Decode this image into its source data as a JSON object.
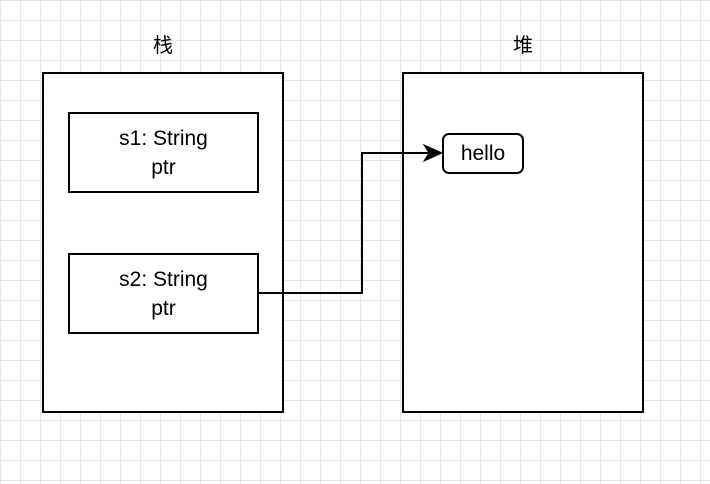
{
  "stack": {
    "title": "栈",
    "s1": {
      "line1": "s1: String",
      "line2": "ptr"
    },
    "s2": {
      "line1": "s2: String",
      "line2": "ptr"
    }
  },
  "heap": {
    "title": "堆",
    "value": "hello"
  },
  "colors": {
    "stroke": "#000000",
    "grid": "#e6e6e6",
    "fill": "#ffffff"
  }
}
